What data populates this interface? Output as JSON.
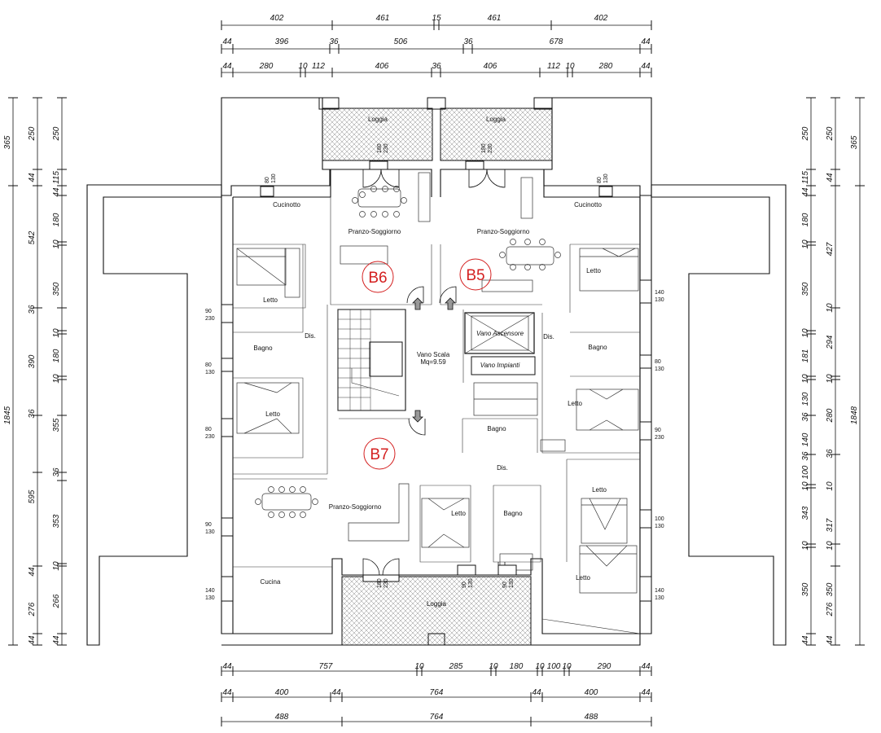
{
  "units": [
    "B6",
    "B5",
    "B7"
  ],
  "rooms": {
    "loggia_top_left": "Loggia",
    "loggia_top_right": "Loggia",
    "loggia_bottom": "Loggia",
    "cucinotto_left": "Cucinotto",
    "cucinotto_right": "Cucinotto",
    "pranzo_b6": "Pranzo-Soggiorno",
    "pranzo_b5": "Pranzo-Soggiorno",
    "pranzo_b7": "Pranzo-Soggiorno",
    "letto_b6_top": "Letto",
    "letto_b6_bottom": "Letto",
    "bagno_b6": "Bagno",
    "dis_b6": "Dis.",
    "letto_b5_top": "Letto",
    "letto_b5_bottom": "Letto",
    "bagno_b5": "Bagno",
    "dis_b5": "Dis.",
    "vano_scala": "Vano Scala",
    "vano_scala_area": "Mq=9.59",
    "vano_ascensore": "Vano Ascensore",
    "vano_impianti": "Vano Impianti",
    "bagno_b7_a": "Bagno",
    "bagno_b7_b": "Bagno",
    "dis_b7": "Dis.",
    "letto_b7_a": "Letto",
    "letto_b7_b": "Letto",
    "letto_b7_c": "Letto",
    "cucina_b7": "Cucina"
  },
  "openings": [
    {
      "id": "w1",
      "a": "180",
      "b": "230"
    },
    {
      "id": "w2",
      "a": "180",
      "b": "230"
    },
    {
      "id": "w3",
      "a": "80",
      "b": "130"
    },
    {
      "id": "w4",
      "a": "80",
      "b": "130"
    },
    {
      "id": "w5",
      "a": "90",
      "b": "230"
    },
    {
      "id": "w6",
      "a": "80",
      "b": "130"
    },
    {
      "id": "w7",
      "a": "80",
      "b": "230"
    },
    {
      "id": "w8",
      "a": "90",
      "b": "130"
    },
    {
      "id": "w9",
      "a": "140",
      "b": "130"
    },
    {
      "id": "w10",
      "a": "140",
      "b": "130"
    },
    {
      "id": "w11",
      "a": "80",
      "b": "130"
    },
    {
      "id": "w12",
      "a": "90",
      "b": "230"
    },
    {
      "id": "w13",
      "a": "100",
      "b": "130"
    },
    {
      "id": "w14",
      "a": "140",
      "b": "130"
    },
    {
      "id": "w15",
      "a": "180",
      "b": "230"
    },
    {
      "id": "w16",
      "a": "90",
      "b": "130"
    },
    {
      "id": "w17",
      "a": "90",
      "b": "130"
    }
  ],
  "dims_top": {
    "row1": [
      "402",
      "461",
      "15",
      "461",
      "402"
    ],
    "row2": [
      "44",
      "396",
      "36",
      "506",
      "36",
      "678",
      "44"
    ],
    "row3": [
      "44",
      "280",
      "10",
      "112",
      "406",
      "36",
      "406",
      "112",
      "10",
      "280",
      "44"
    ]
  },
  "dims_bottom": {
    "row1": [
      "44",
      "757",
      "10",
      "285",
      "10",
      "180",
      "10",
      "100",
      "10",
      "290",
      "44"
    ],
    "row2": [
      "44",
      "400",
      "44",
      "764",
      "44",
      "400",
      "44"
    ],
    "row3": [
      "488",
      "764",
      "488"
    ]
  },
  "dims_left": {
    "outer": [
      "365",
      "1845"
    ],
    "mid": [
      "250",
      "44",
      "542",
      "36",
      "390",
      "36",
      "595",
      "44",
      "276",
      "44"
    ],
    "inner": [
      "250",
      "115",
      "44",
      "180",
      "10",
      "350",
      "10",
      "180",
      "10",
      "355",
      "36",
      "353",
      "10",
      "266",
      "44"
    ]
  },
  "dims_right": {
    "outer": [
      "365",
      "1848"
    ],
    "mid": [
      "250",
      "44",
      "427",
      "10",
      "294",
      "10",
      "280",
      "36",
      "10",
      "317",
      "10",
      "350",
      "276",
      "44"
    ],
    "inner": [
      "250",
      "115",
      "44",
      "180",
      "10",
      "350",
      "10",
      "181",
      "10",
      "130",
      "36",
      "140",
      "36",
      "100",
      "10",
      "343",
      "10",
      "350",
      "44"
    ]
  }
}
